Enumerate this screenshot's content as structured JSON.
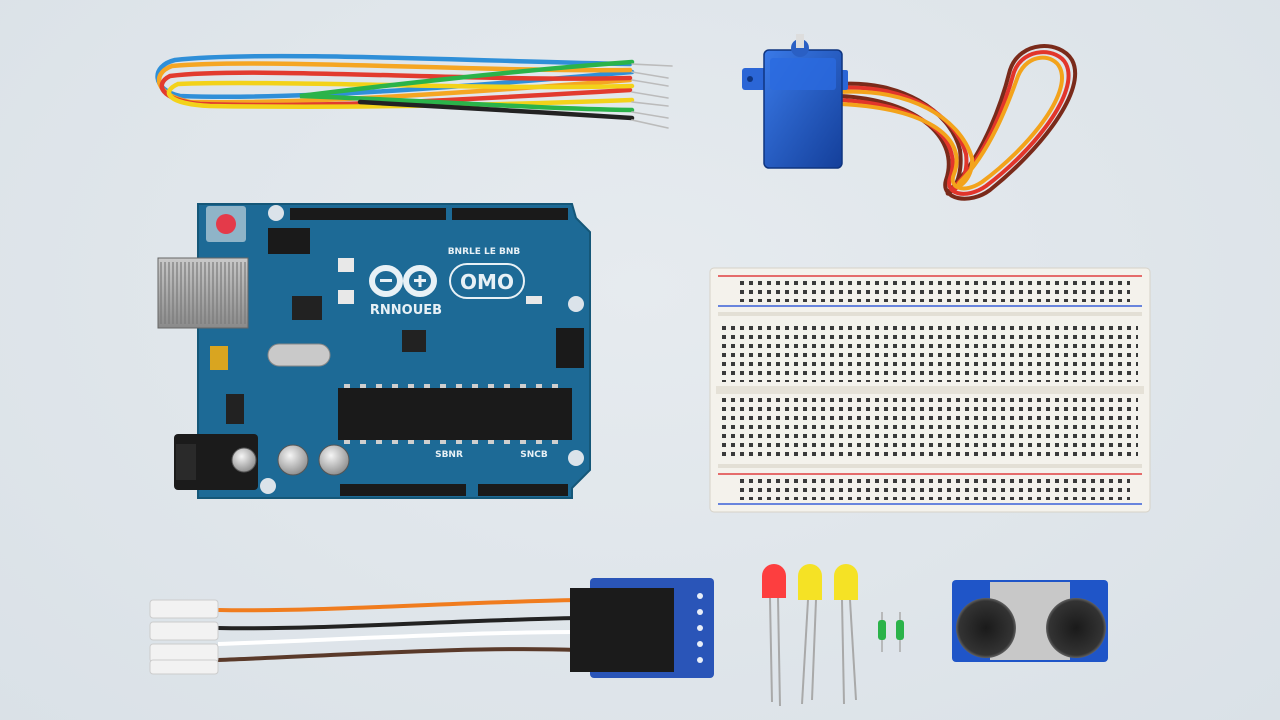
{
  "scene": {
    "title": "Arduino starter kit components flat lay",
    "background_color": "#dfe5ea",
    "objects": [
      {
        "name": "jumper-wires",
        "colors": [
          "#2f8fd8",
          "#f5a623",
          "#e23b2e",
          "#f3d21a",
          "#2bb34a",
          "#222222"
        ]
      },
      {
        "name": "servo-motor",
        "body_color": "#1f58c4",
        "wire_colors": [
          "#7a2a1a",
          "#e2352b",
          "#f3a31b"
        ]
      },
      {
        "name": "arduino-uno-board",
        "pcb_color": "#1d6a96"
      },
      {
        "name": "breadboard",
        "body_color": "#f4f2ec",
        "rail_colors": [
          "#e04040",
          "#3a5fd8"
        ]
      },
      {
        "name": "sensor-module-with-cable",
        "pcb_color": "#2a55b8",
        "wire_colors": [
          "#f07c1e",
          "#222222",
          "#ffffff"
        ]
      },
      {
        "name": "leds",
        "colors": [
          "#ff3030",
          "#f6e21a",
          "#f6e21a"
        ]
      },
      {
        "name": "resistors",
        "count": 2
      },
      {
        "name": "ultrasonic-sensor",
        "pcb_color": "#1f55c8"
      }
    ]
  },
  "board": {
    "logo_text": "OMO",
    "brand_text": "RNNOUEB",
    "header_text": "BNRLE LE BNB",
    "digital_text": "SBNR",
    "analog_text": "SNCB"
  }
}
